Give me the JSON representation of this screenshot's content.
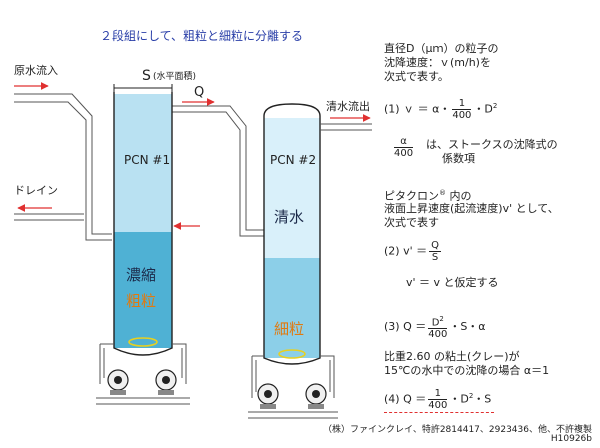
{
  "title": "２段組にして、粗粒と細粒に分離する",
  "labels": {
    "raw_inflow": "原水流入",
    "drain": "ドレイン",
    "clear_outflow": "清水流出",
    "s_symbol": "S",
    "s_note": "(水平面積)",
    "q_symbol": "Q",
    "pcn1": "PCN #1",
    "pcn2": "PCN #2",
    "concentrated": "濃縮",
    "coarse": "粗粒",
    "clear_water": "清水",
    "fine": "細粒"
  },
  "equations": {
    "intro_1": "直径D（μｍ）の粒子の",
    "intro_2": "沈降速度：ｖ(m/h)を",
    "intro_3": "次式で表す。",
    "eq1_prefix": "(1) ｖ ＝ α・",
    "eq1_num": "1",
    "eq1_den": "400",
    "eq1_suffix": "・D",
    "eq1_exp": "2",
    "alpha_num": "α",
    "alpha_den": "400",
    "alpha_desc_1": "は、ストークスの沈降式の",
    "alpha_desc_2": "係数項",
    "pitakuron_1": "ピタクロン",
    "pitakuron_reg": "®",
    "pitakuron_2": " 内の",
    "surface_1": "液面上昇速度(起流速度)v' として、",
    "surface_2": "次式で表す",
    "eq2_prefix": "(2) v' ＝",
    "eq2_num": "Q",
    "eq2_den": "S",
    "assume": "v' ＝ v と仮定する",
    "eq3_prefix": "(3) Q ＝",
    "eq3_num": "D",
    "eq3_num_exp": "2",
    "eq3_den": "400",
    "eq3_suffix": "・S・α",
    "clay_1": "比重2.60 の粘土(クレー)が",
    "clay_2": "15℃の水中での沈降の場合 α＝1",
    "eq4_prefix": "(4) Q ＝",
    "eq4_num": "1",
    "eq4_den": "400",
    "eq4_suffix": "・D",
    "eq4_exp": "2",
    "eq4_tail": "・S"
  },
  "footer": {
    "patent": "（株）ファインクレイ、特許2814417、2923436、他、不許複製",
    "code": "H10926b"
  },
  "colors": {
    "arrow": "#e03030",
    "title_text": "#2a3fa8",
    "orange_text": "#e07a10",
    "tank1_upper": "#b9e1f2",
    "tank1_lower": "#4fb1d4",
    "tank2_upper": "#d9f0fa",
    "tank2_lower": "#8ccfe8",
    "pipe": "#555555"
  }
}
